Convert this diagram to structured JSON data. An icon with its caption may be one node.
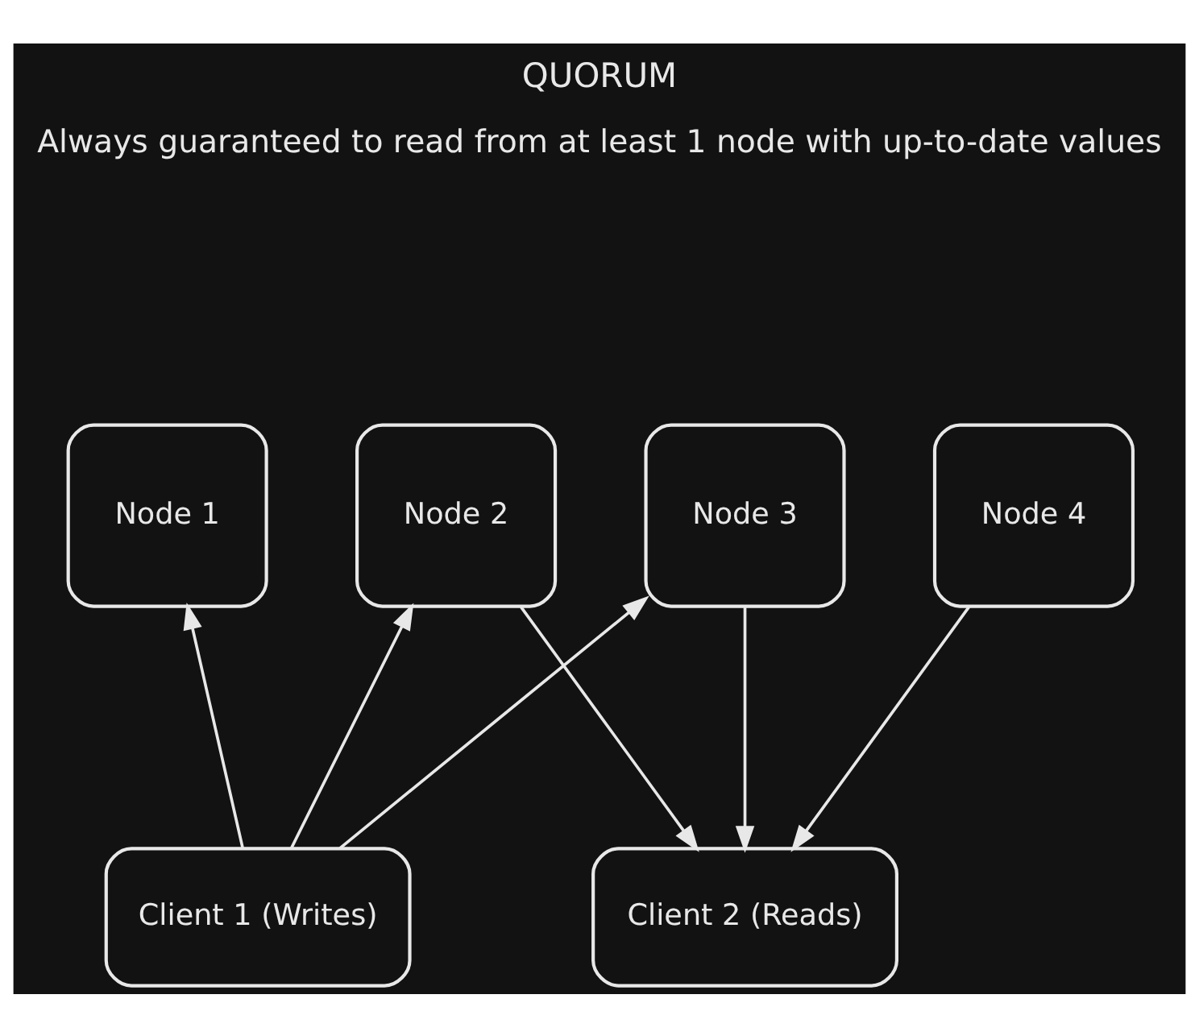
{
  "diagram": {
    "title": "QUORUM",
    "nodes": [
      {
        "text": [
          "Node 1"
        ]
      },
      {
        "text": [
          "Node 2"
        ]
      },
      {
        "text": [
          "Node 3"
        ]
      },
      {
        "text": [
          "Node 4"
        ]
      },
      {
        "text": [
          "Client 1 (Writes)"
        ]
      },
      {
        "text": [
          "Client 2 (Reads)"
        ]
      }
    ],
    "edges": [
      {
        "from": 4,
        "to": 0,
        "arrow": "to"
      },
      {
        "from": 4,
        "to": 1,
        "arrow": "to"
      },
      {
        "from": 4,
        "to": 2,
        "arrow": "to"
      },
      {
        "from": 1,
        "to": 5,
        "arrow": "to"
      },
      {
        "from": 2,
        "to": 5,
        "arrow": "to"
      },
      {
        "from": 3,
        "to": 5,
        "arrow": "to"
      }
    ],
    "labels": [
      "Always guaranteed to read from at least 1 node with up-to-date values"
    ]
  }
}
